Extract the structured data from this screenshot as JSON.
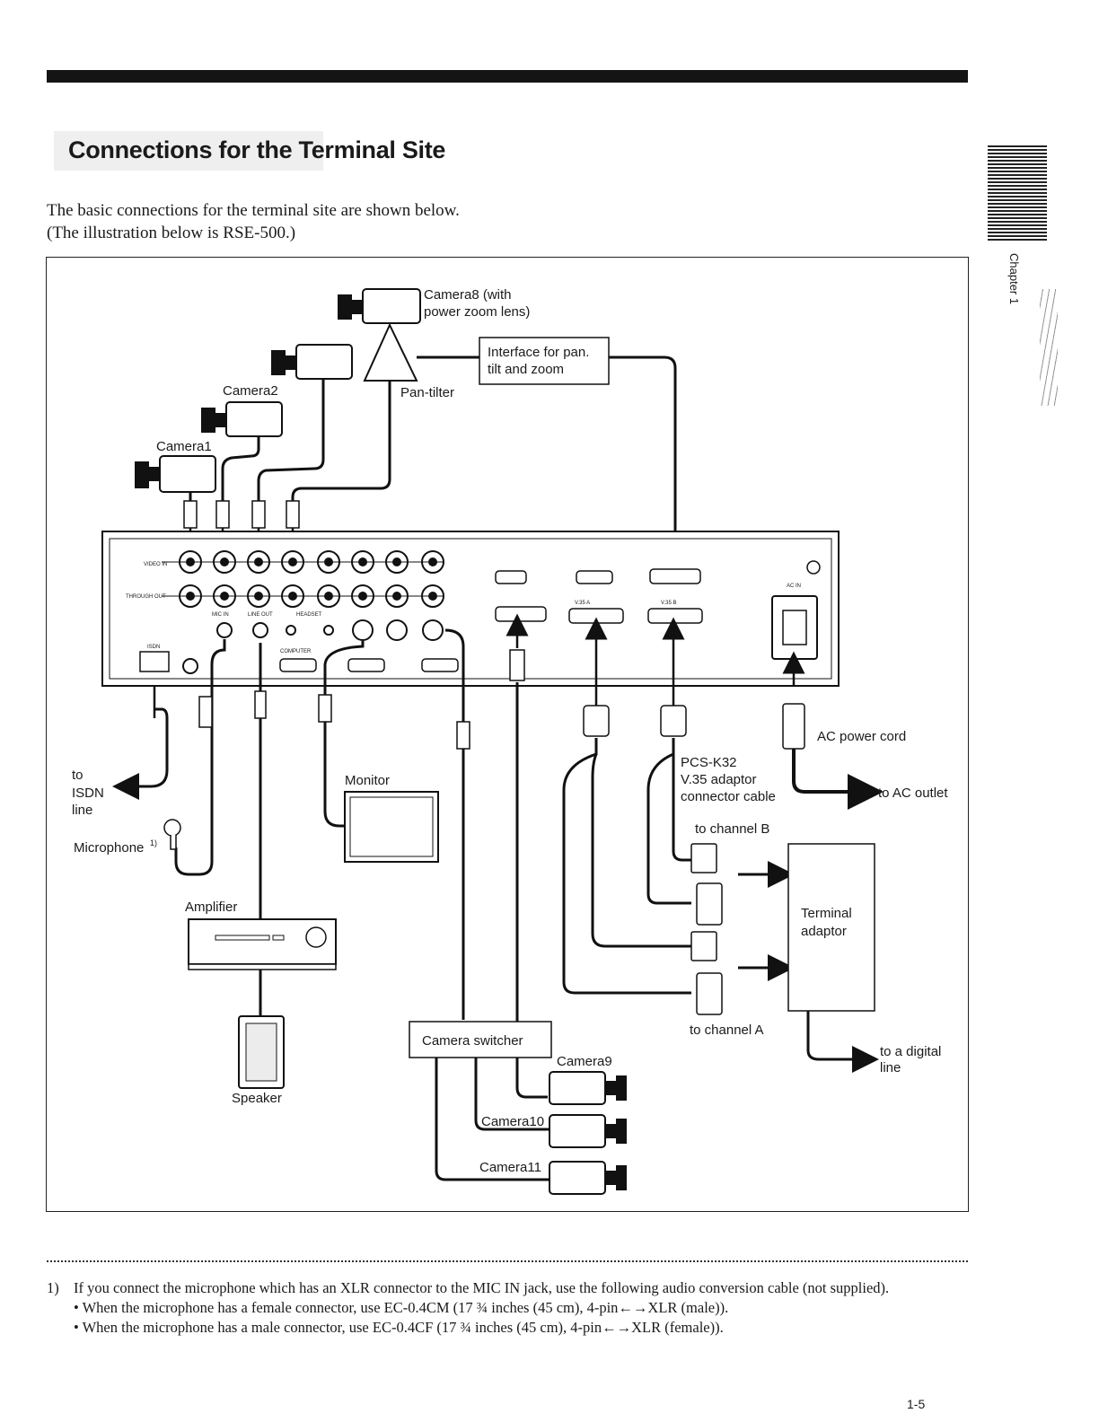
{
  "header": {
    "title": "Connections for the Terminal Site"
  },
  "intro": {
    "text": "The basic connections for the terminal site are shown below. (The illustration below is RSE-500.)"
  },
  "sidebar": {
    "chapter_label": "Chapter 1"
  },
  "diagram": {
    "camera8_label": "Camera8 (with",
    "camera8_label_2": "power zoom lens)",
    "camera2_label": "Camera2",
    "camera1_label": "Camera1",
    "pan_tilter_label": "Pan-tilter",
    "interface_label": "Interface for pan.",
    "interface_label_2": "tilt and zoom",
    "to_isdn_label": "to",
    "to_isdn_label_2": "ISDN",
    "to_isdn_label_3": "line",
    "microphone_label": "Microphone",
    "microphone_note": "1)",
    "monitor_label": "Monitor",
    "amplifier_label": "Amplifier",
    "speaker_label": "Speaker",
    "camera_switcher_label": "Camera switcher",
    "camera9_label": "Camera9",
    "camera10_label": "Camera10",
    "camera11_label": "Camera11",
    "ac_power_cord_label": "AC power cord",
    "pcs_k32_label": "PCS-K32",
    "pcs_k32_label_2": "V.35 adaptor",
    "pcs_k32_label_3": "connector cable",
    "to_ac_outlet_label": "to AC outlet",
    "to_channel_b_label": "to channel B",
    "terminal_adaptor_label": "Terminal",
    "terminal_adaptor_label_2": "adaptor",
    "to_channel_a_label": "to channel A",
    "to_digital_line_label": "to a digital",
    "to_digital_line_label_2": "line",
    "panel_video_in": "VIDEO IN",
    "panel_through_out": "THROUGH OUT",
    "panel_isdn": "ISDN",
    "panel_mic_in": "MIC IN",
    "panel_line_out": "LINE OUT",
    "panel_headset": "HEADSET",
    "panel_computer": "COMPUTER",
    "panel_ac_in": "AC IN",
    "panel_v35_a": "V.35 A",
    "panel_v35_b": "V.35 B"
  },
  "footnote": {
    "number": "1)",
    "text": "If you connect the microphone which has an XLR connector to the MIC IN jack, use the following audio conversion cable (not supplied).",
    "bullet_1": "• When the microphone has a female connector, use EC-0.4CM (17 ¾ inches (45 cm), 4-pin←→XLR (male)).",
    "bullet_2": "• When the microphone has a male connector, use EC-0.4CF (17 ¾ inches (45 cm), 4-pin←→XLR (female))."
  },
  "page": {
    "number": "1-5"
  }
}
